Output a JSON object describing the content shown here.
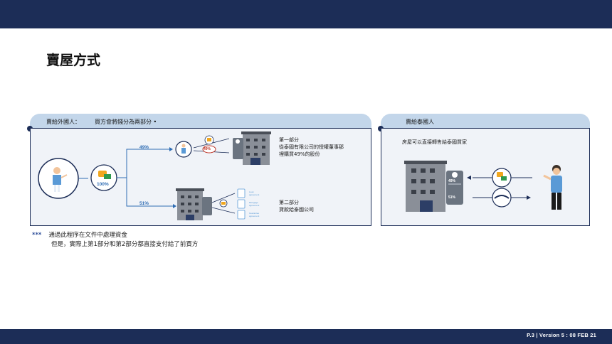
{
  "header": {},
  "title": "賣屋方式",
  "left_panel": {
    "tab_label": "賣給外國人：",
    "tab_note": "買方會將錢分為兩部分 •",
    "pct_whole": "100%",
    "pct_top": "49%",
    "pct_bottom": "51%",
    "badge_top": "49%",
    "part1_title": "第一部分",
    "part1_line1": "從泰國有限公司的授權董事那",
    "part1_line2": "裡購買49%的股份",
    "part2_title": "第二部分",
    "part2_line1": "貸款給泰國公司",
    "docs": [
      "Loan agreement",
      "Mortgage agreement",
      "Guarantee agreement"
    ]
  },
  "right_panel": {
    "tab_label": "賣給泰國人",
    "description": "房屋可以直接轉售給泰國買家",
    "badge_top": "49%",
    "badge_bottom": "51%"
  },
  "notes": {
    "stars": "***",
    "line1": "通過此程序在文件中處理資金",
    "line2": "但是，實際上第1部分和第2部分都直接支付給了前買方"
  },
  "footer": {
    "text": "P.3 | Version 5 : 08 FEB 21"
  },
  "colors": {
    "navy": "#1c2d57",
    "tab_blue": "#c3d6ea",
    "panel_bg": "#f0f3f8",
    "accent_blue": "#2f6db4"
  }
}
